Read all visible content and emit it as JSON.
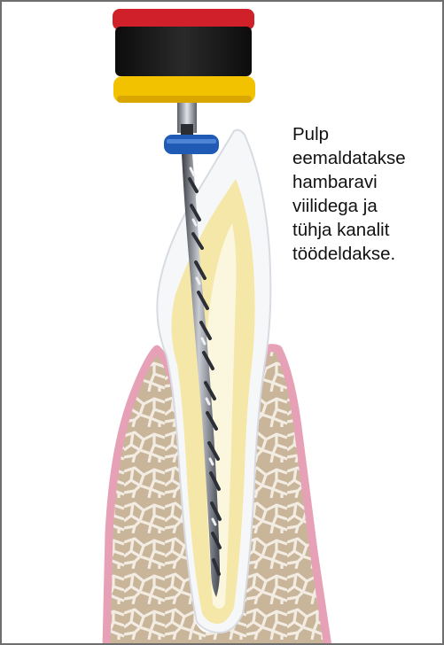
{
  "caption": {
    "lines": [
      "Pulp",
      "eemaldatakse",
      "hambaravi",
      "viilidega ja",
      "tühja kanalit",
      "töödeldakse."
    ]
  },
  "colors": {
    "handpiece_body": "#141414",
    "handpiece_red_band": "#d0202a",
    "handpiece_yellow_band": "#f2c200",
    "stopper_blue": "#1f5bb5",
    "gum_outline": "#e7a1b7",
    "gum_fill": "#f7dbe4",
    "bone_fill": "#c9b69a",
    "bone_lines": "#f2ece2",
    "dentin": "#f5e7a8",
    "enamel": "#f6f7f9",
    "frame_border": "#6e6e6e"
  },
  "icons": [
    "endodontic-file-icon",
    "tooth-icon"
  ]
}
